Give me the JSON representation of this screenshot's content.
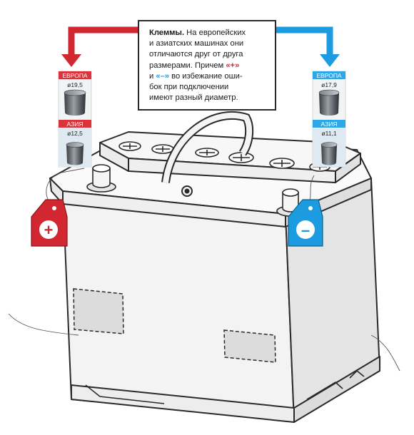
{
  "callout": {
    "title": "Клеммы.",
    "line1_rest": " На европейских",
    "line2": "и азиатских машинах они",
    "line3": "отличаются друг от друга",
    "line4_start": "размерами. Причем ",
    "plus_symbol": "«+»",
    "line5_start": "и ",
    "minus_symbol": "«–»",
    "line5_rest": " во избежание оши-",
    "line6": "бок при подключении",
    "line7": "имеют разный диаметр."
  },
  "positive_terminal": {
    "europe_label": "ЕВРОПА",
    "europe_diameter": "ø19,5",
    "asia_label": "АЗИЯ",
    "asia_diameter": "ø12,5",
    "tag_symbol": "+"
  },
  "negative_terminal": {
    "europe_label": "ЕВРОПА",
    "europe_diameter": "ø17,9",
    "asia_label": "АЗИЯ",
    "asia_diameter": "ø11,1",
    "tag_symbol": "–"
  },
  "colors": {
    "positive": "#d22630",
    "negative": "#1d9be0",
    "outline": "#2a2a2a",
    "battery_fill": "#f2f2f2"
  }
}
